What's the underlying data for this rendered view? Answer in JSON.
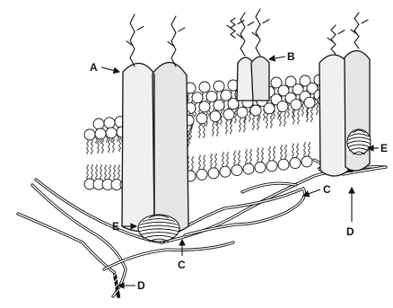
{
  "labels": {
    "A": "A",
    "B": "B",
    "C_right": "C",
    "C_bottom": "C",
    "D_right": "D",
    "D_bottom": "D",
    "E_left": "E",
    "E_right": "E"
  },
  "colors": {
    "background": "#ffffff",
    "ink": "#111111",
    "protein_fill": "#eeeeee",
    "head_fill": "#ffffff"
  },
  "icons": {
    "head": "phospholipid-head",
    "tail": "fatty-acid-tail",
    "carb": "carbohydrate-chain",
    "fiber": "cytoskeleton-filament",
    "coil": "peripheral-protein-coil"
  }
}
